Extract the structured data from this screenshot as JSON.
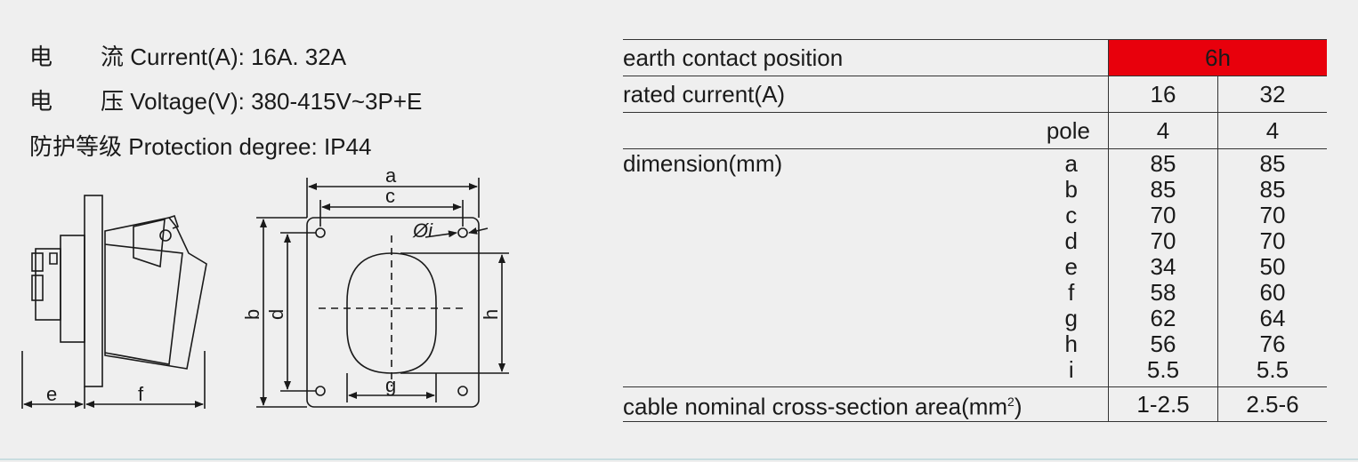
{
  "specs": {
    "current": {
      "cn1": "电",
      "cn2": "流",
      "en": "Current(A): 16A. 32A"
    },
    "voltage": {
      "cn1": "电",
      "cn2": "压",
      "en": "Voltage(V): 380-415V~3P+E"
    },
    "protection": {
      "cn": "防护等级",
      "en": "Protection degree: IP44"
    }
  },
  "drawing_labels": {
    "a": "a",
    "b": "b",
    "c": "c",
    "d": "d",
    "e": "e",
    "f": "f",
    "g": "g",
    "h": "h",
    "phi_i": "Øi"
  },
  "table": {
    "earth_contact": {
      "label": "earth contact position",
      "value": "6h"
    },
    "rated_current": {
      "label": "rated current(A)",
      "v1": "16",
      "v2": "32"
    },
    "pole": {
      "label": "pole",
      "v1": "4",
      "v2": "4"
    },
    "dimension": {
      "label": "dimension(mm)",
      "rows": [
        {
          "key": "a",
          "v1": "85",
          "v2": "85"
        },
        {
          "key": "b",
          "v1": "85",
          "v2": "85"
        },
        {
          "key": "c",
          "v1": "70",
          "v2": "70"
        },
        {
          "key": "d",
          "v1": "70",
          "v2": "70"
        },
        {
          "key": "e",
          "v1": "34",
          "v2": "50"
        },
        {
          "key": "f",
          "v1": "58",
          "v2": "60"
        },
        {
          "key": "g",
          "v1": "62",
          "v2": "64"
        },
        {
          "key": "h",
          "v1": "56",
          "v2": "76"
        },
        {
          "key": "i",
          "v1": "5.5",
          "v2": "5.5"
        }
      ]
    },
    "cable": {
      "label": "cable nominal cross-section area(mm",
      "sup": "2",
      "close": ")",
      "v1": "1-2.5",
      "v2": "2.5-6"
    }
  },
  "colors": {
    "highlight": "#e8000c",
    "background": "#efefef"
  }
}
